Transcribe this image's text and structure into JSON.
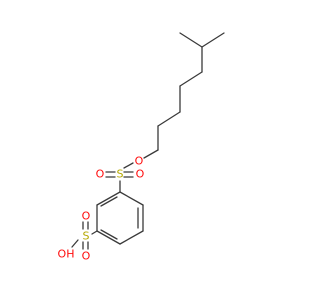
{
  "molecule": {
    "colors": {
      "bond": "#3a3a3a",
      "oxygen": "#ff0d0d",
      "sulfur": "#b5a800"
    },
    "labels": {
      "ester_o": "O",
      "sulfonyl_s": "S",
      "sulfonyl_o_left": "O",
      "sulfonyl_o_right": "O",
      "acid_s": "S",
      "acid_o_top": "O",
      "acid_o_bottom": "O",
      "acid_oh": "OH"
    }
  }
}
